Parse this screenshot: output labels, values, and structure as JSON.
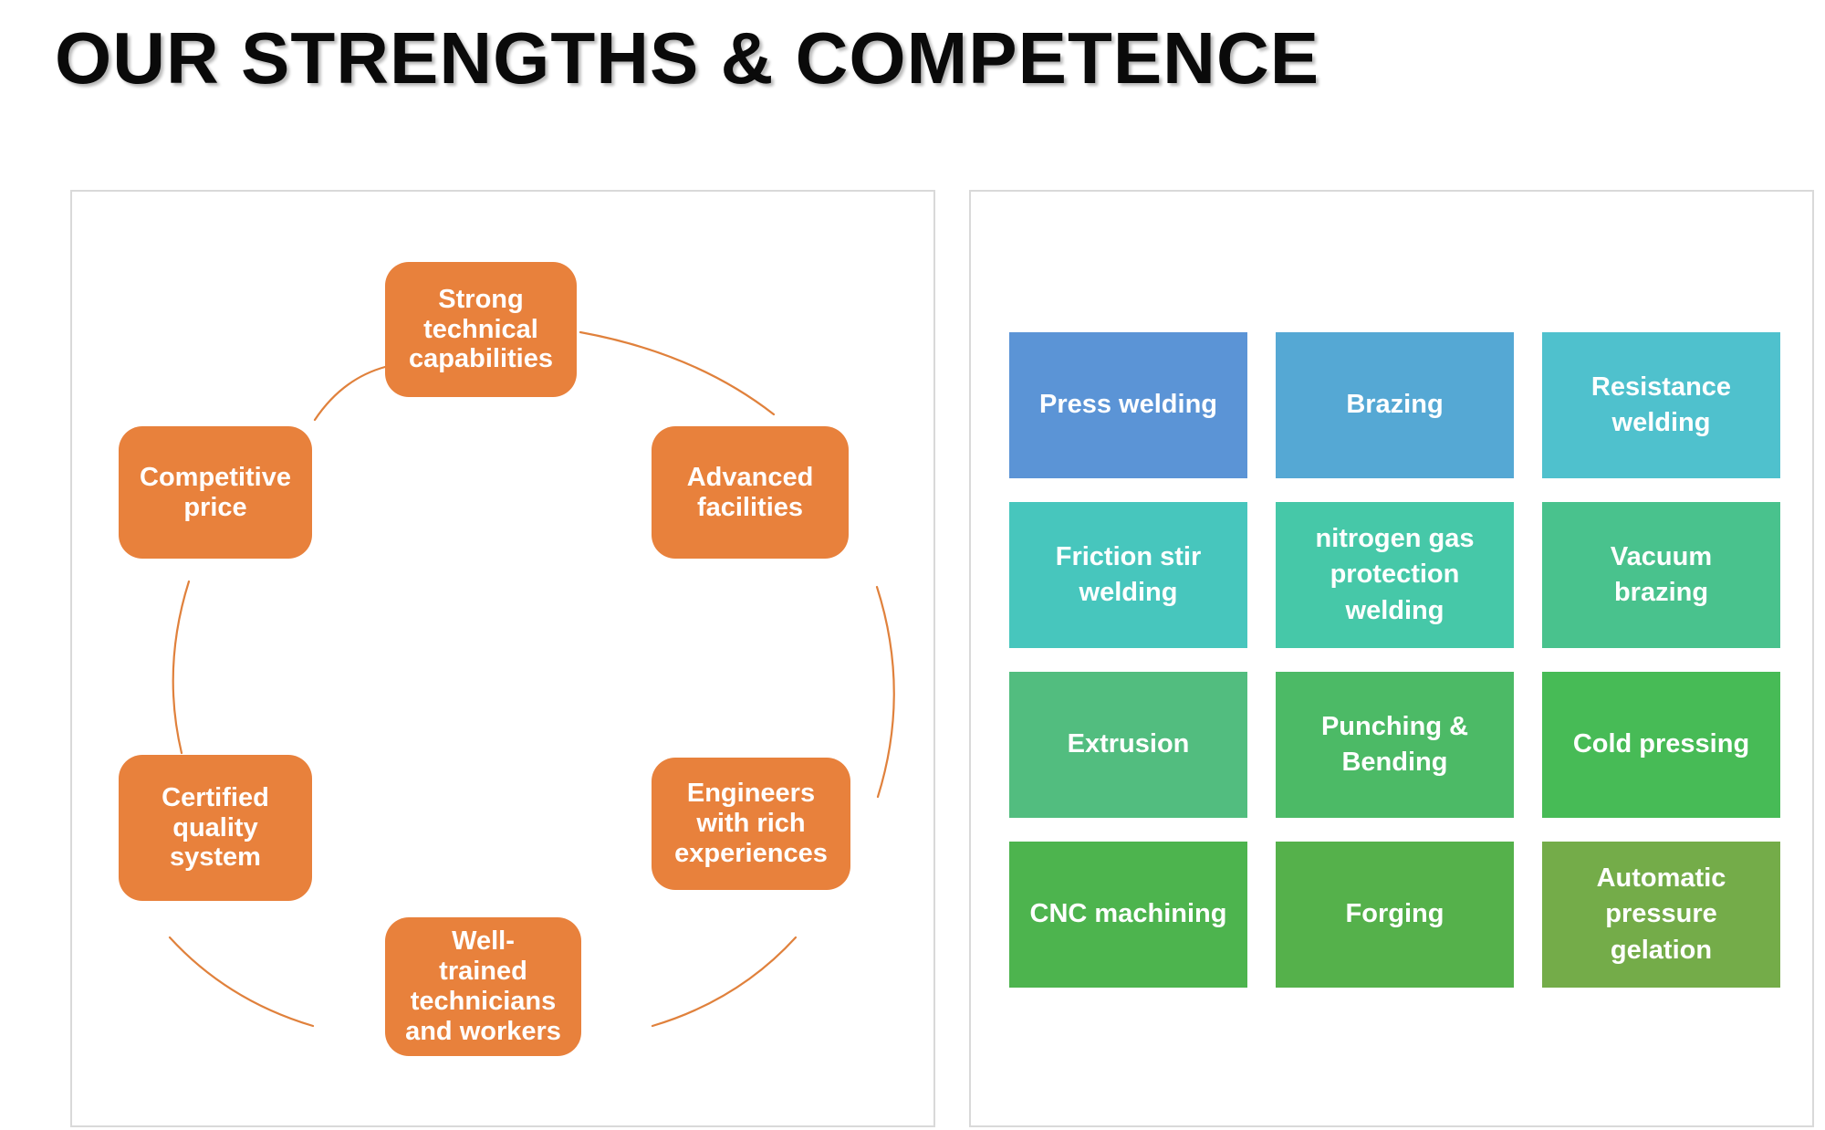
{
  "title": "OUR STRENGTHS & COMPETENCE",
  "colors": {
    "accent_orange": "#E8813C",
    "connector_orange": "#E0813C",
    "panel_border": "#D9D9D9",
    "title_text": "#0A0A0A",
    "box_text": "#FFFFFF"
  },
  "strengths_cycle": {
    "items": [
      {
        "id": "strong-technical-capabilities",
        "lines": [
          "Strong",
          "technical",
          "capabilities"
        ]
      },
      {
        "id": "competitive-price",
        "lines": [
          "Competitive",
          "price"
        ]
      },
      {
        "id": "advanced-facilities",
        "lines": [
          "Advanced",
          "facilities"
        ]
      },
      {
        "id": "certified-quality-system",
        "lines": [
          "Certified",
          "quality",
          "system"
        ]
      },
      {
        "id": "engineers-with-rich-experiences",
        "lines": [
          "Engineers",
          "with rich",
          "experiences"
        ]
      },
      {
        "id": "well-trained-technicians-and-workers",
        "lines": [
          "Well-",
          "trained",
          "technicians",
          "and workers"
        ]
      }
    ]
  },
  "competence_grid": {
    "tiles": [
      {
        "id": "press-welding",
        "label": [
          "Press welding"
        ],
        "color": "#5B94D6"
      },
      {
        "id": "brazing",
        "label": [
          "Brazing"
        ],
        "color": "#55A8D4"
      },
      {
        "id": "resistance-welding",
        "label": [
          "Resistance",
          "welding"
        ],
        "color": "#4FC1CD"
      },
      {
        "id": "friction-stir-welding",
        "label": [
          "Friction stir",
          "welding"
        ],
        "color": "#47C6BD"
      },
      {
        "id": "nitrogen-gas-protection-welding",
        "label": [
          "nitrogen gas",
          "protection",
          "welding"
        ],
        "color": "#46C8A8"
      },
      {
        "id": "vacuum-brazing",
        "label": [
          "Vacuum",
          "brazing"
        ],
        "color": "#49C28D"
      },
      {
        "id": "extrusion",
        "label": [
          "Extrusion"
        ],
        "color": "#52BD7F"
      },
      {
        "id": "punching-bending",
        "label": [
          "Punching &",
          "Bending"
        ],
        "color": "#4CBA66"
      },
      {
        "id": "cold-pressing",
        "label": [
          "Cold pressing"
        ],
        "color": "#47BB56"
      },
      {
        "id": "cnc-machining",
        "label": [
          "CNC machining"
        ],
        "color": "#4DB44E"
      },
      {
        "id": "forging",
        "label": [
          "Forging"
        ],
        "color": "#55B14B"
      },
      {
        "id": "automatic-pressure-gelation",
        "label": [
          "Automatic",
          "pressure",
          "gelation"
        ],
        "color": "#74AC49"
      }
    ]
  }
}
